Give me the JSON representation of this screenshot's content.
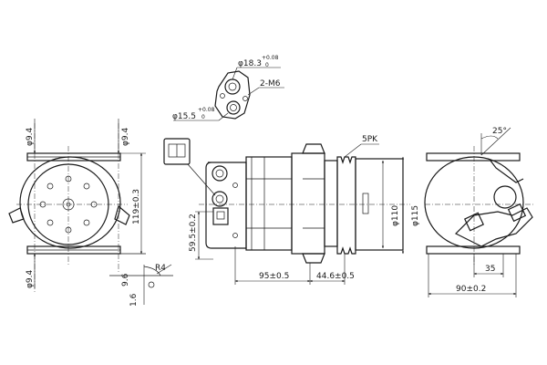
{
  "drawing": {
    "left_view": {
      "dia_top_left": "φ9.4",
      "dia_top_right": "φ9.4",
      "dia_bottom_left": "φ9.4",
      "height": "119±0.3",
      "dim_9_6": "9.6",
      "radius": "R4",
      "dim_1_6": "1.6"
    },
    "port_detail": {
      "dia_large": "φ18.3",
      "dia_large_tol": "+0.08",
      "dia_large_tol2": "0",
      "thread": "2-M6",
      "dia_small": "φ15.5",
      "dia_small_tol": "+0.08",
      "dia_small_tol2": "0"
    },
    "side_view": {
      "belt": "5PK",
      "port_height": "59.5±0.2",
      "length_body": "95±0.5",
      "length_pulley": "44.6±0.5",
      "pulley_dia_110": "φ110",
      "pulley_dia_115": "φ115"
    },
    "right_view": {
      "angle": "25°",
      "dim_35": "35",
      "width": "90±0.2"
    }
  }
}
